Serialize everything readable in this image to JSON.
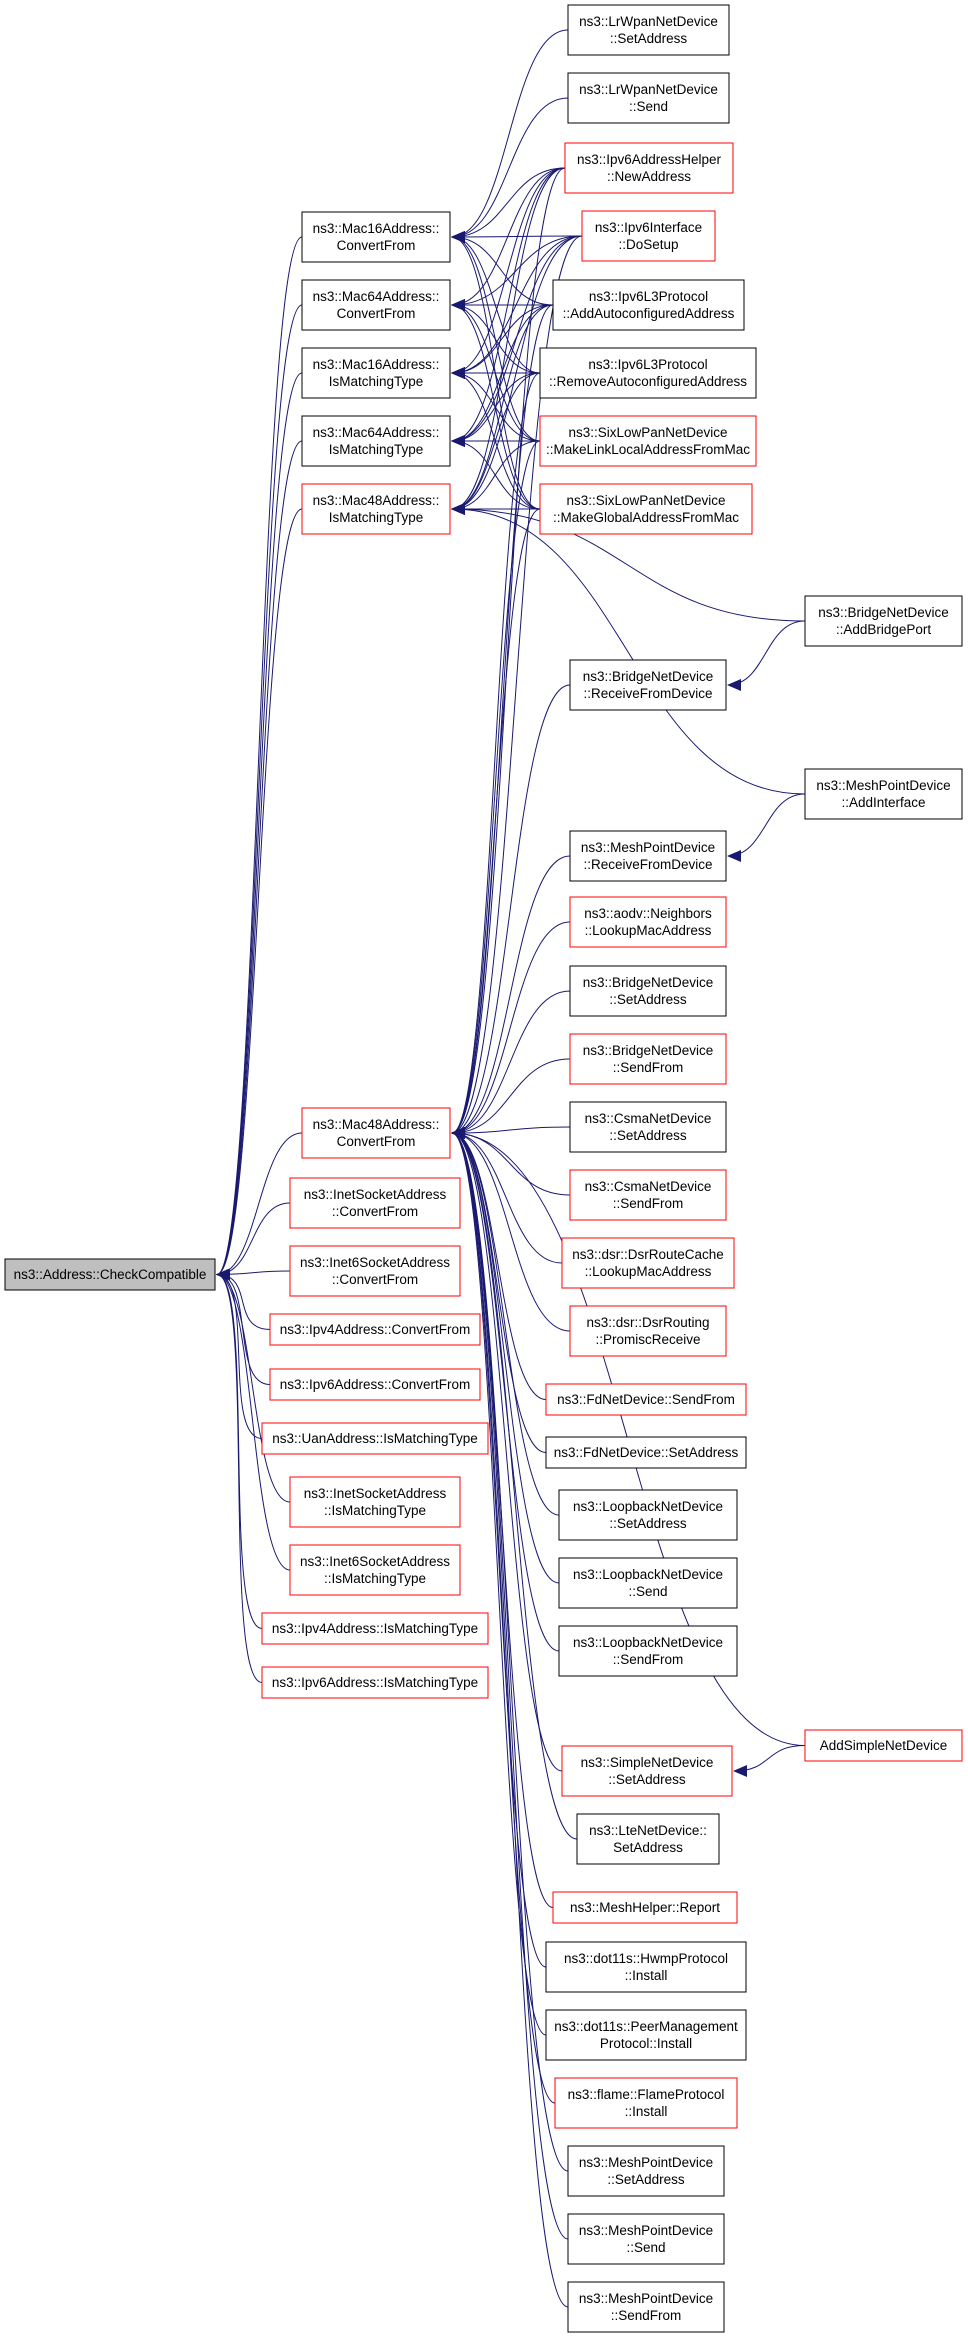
{
  "colors": {
    "edge": "#191970",
    "node_border_black": "#000000",
    "node_border_red": "#ff0000",
    "root_fill": "#bfbfbf",
    "node_fill": "#ffffff"
  },
  "root": {
    "id": "root",
    "lines": [
      "ns3::Address::CheckCompatible"
    ],
    "border": "black",
    "fill": "gray"
  },
  "nodes": [
    {
      "id": "m16cf",
      "lines": [
        "ns3::Mac16Address::",
        "ConvertFrom"
      ],
      "border": "black"
    },
    {
      "id": "m64cf",
      "lines": [
        "ns3::Mac64Address::",
        "ConvertFrom"
      ],
      "border": "black"
    },
    {
      "id": "m16mt",
      "lines": [
        "ns3::Mac16Address::",
        "IsMatchingType"
      ],
      "border": "black"
    },
    {
      "id": "m64mt",
      "lines": [
        "ns3::Mac64Address::",
        "IsMatchingType"
      ],
      "border": "black"
    },
    {
      "id": "m48mt",
      "lines": [
        "ns3::Mac48Address::",
        "IsMatchingType"
      ],
      "border": "red"
    },
    {
      "id": "m48cf",
      "lines": [
        "ns3::Mac48Address::",
        "ConvertFrom"
      ],
      "border": "red"
    },
    {
      "id": "inetcf",
      "lines": [
        "ns3::InetSocketAddress",
        "::ConvertFrom"
      ],
      "border": "red"
    },
    {
      "id": "inet6cf",
      "lines": [
        "ns3::Inet6SocketAddress",
        "::ConvertFrom"
      ],
      "border": "red"
    },
    {
      "id": "ipv4cf",
      "lines": [
        "ns3::Ipv4Address::ConvertFrom"
      ],
      "border": "red"
    },
    {
      "id": "ipv6cf",
      "lines": [
        "ns3::Ipv6Address::ConvertFrom"
      ],
      "border": "red"
    },
    {
      "id": "uanmt",
      "lines": [
        "ns3::UanAddress::IsMatchingType"
      ],
      "border": "red"
    },
    {
      "id": "inetmt",
      "lines": [
        "ns3::InetSocketAddress",
        "::IsMatchingType"
      ],
      "border": "red"
    },
    {
      "id": "inet6mt",
      "lines": [
        "ns3::Inet6SocketAddress",
        "::IsMatchingType"
      ],
      "border": "red"
    },
    {
      "id": "ipv4mt",
      "lines": [
        "ns3::Ipv4Address::IsMatchingType"
      ],
      "border": "red"
    },
    {
      "id": "ipv6mt",
      "lines": [
        "ns3::Ipv6Address::IsMatchingType"
      ],
      "border": "red"
    },
    {
      "id": "lrset",
      "lines": [
        "ns3::LrWpanNetDevice",
        "::SetAddress"
      ],
      "border": "black"
    },
    {
      "id": "lrsend",
      "lines": [
        "ns3::LrWpanNetDevice",
        "::Send"
      ],
      "border": "black"
    },
    {
      "id": "ipv6helper",
      "lines": [
        "ns3::Ipv6AddressHelper",
        "::NewAddress"
      ],
      "border": "red"
    },
    {
      "id": "ipv6iface",
      "lines": [
        "ns3::Ipv6Interface",
        "::DoSetup"
      ],
      "border": "red"
    },
    {
      "id": "l3add",
      "lines": [
        "ns3::Ipv6L3Protocol",
        "::AddAutoconfiguredAddress"
      ],
      "border": "black"
    },
    {
      "id": "l3rem",
      "lines": [
        "ns3::Ipv6L3Protocol",
        "::RemoveAutoconfiguredAddress"
      ],
      "border": "black"
    },
    {
      "id": "sixlink",
      "lines": [
        "ns3::SixLowPanNetDevice",
        "::MakeLinkLocalAddressFromMac"
      ],
      "border": "red"
    },
    {
      "id": "sixglob",
      "lines": [
        "ns3::SixLowPanNetDevice",
        "::MakeGlobalAddressFromMac"
      ],
      "border": "red"
    },
    {
      "id": "bridgeadd",
      "lines": [
        "ns3::BridgeNetDevice",
        "::AddBridgePort"
      ],
      "border": "black"
    },
    {
      "id": "bridgerecv",
      "lines": [
        "ns3::BridgeNetDevice",
        "::ReceiveFromDevice"
      ],
      "border": "black"
    },
    {
      "id": "meshaddif",
      "lines": [
        "ns3::MeshPointDevice",
        "::AddInterface"
      ],
      "border": "black"
    },
    {
      "id": "meshrecv",
      "lines": [
        "ns3::MeshPointDevice",
        "::ReceiveFromDevice"
      ],
      "border": "black"
    },
    {
      "id": "aodv",
      "lines": [
        "ns3::aodv::Neighbors",
        "::LookupMacAddress"
      ],
      "border": "red"
    },
    {
      "id": "bridgeset",
      "lines": [
        "ns3::BridgeNetDevice",
        "::SetAddress"
      ],
      "border": "black"
    },
    {
      "id": "bridgesendfrom",
      "lines": [
        "ns3::BridgeNetDevice",
        "::SendFrom"
      ],
      "border": "red"
    },
    {
      "id": "csmaset",
      "lines": [
        "ns3::CsmaNetDevice",
        "::SetAddress"
      ],
      "border": "black"
    },
    {
      "id": "csmasendfrom",
      "lines": [
        "ns3::CsmaNetDevice",
        "::SendFrom"
      ],
      "border": "red"
    },
    {
      "id": "dsrcache",
      "lines": [
        "ns3::dsr::DsrRouteCache",
        "::LookupMacAddress"
      ],
      "border": "red"
    },
    {
      "id": "dsrrouting",
      "lines": [
        "ns3::dsr::DsrRouting",
        "::PromiscReceive"
      ],
      "border": "red"
    },
    {
      "id": "fdsendfrom",
      "lines": [
        "ns3::FdNetDevice::SendFrom"
      ],
      "border": "red"
    },
    {
      "id": "fdset",
      "lines": [
        "ns3::FdNetDevice::SetAddress"
      ],
      "border": "black"
    },
    {
      "id": "loopset",
      "lines": [
        "ns3::LoopbackNetDevice",
        "::SetAddress"
      ],
      "border": "black"
    },
    {
      "id": "loopsend",
      "lines": [
        "ns3::LoopbackNetDevice",
        "::Send"
      ],
      "border": "black"
    },
    {
      "id": "loopsendfrom",
      "lines": [
        "ns3::LoopbackNetDevice",
        "::SendFrom"
      ],
      "border": "black"
    },
    {
      "id": "addsimple",
      "lines": [
        "AddSimpleNetDevice"
      ],
      "border": "red"
    },
    {
      "id": "simpleset",
      "lines": [
        "ns3::SimpleNetDevice",
        "::SetAddress"
      ],
      "border": "red"
    },
    {
      "id": "lteset",
      "lines": [
        "ns3::LteNetDevice::",
        "SetAddress"
      ],
      "border": "black"
    },
    {
      "id": "meshreport",
      "lines": [
        "ns3::MeshHelper::Report"
      ],
      "border": "red"
    },
    {
      "id": "hwmp",
      "lines": [
        "ns3::dot11s::HwmpProtocol",
        "::Install"
      ],
      "border": "black"
    },
    {
      "id": "peermgmt",
      "lines": [
        "ns3::dot11s::PeerManagement",
        "Protocol::Install"
      ],
      "border": "black"
    },
    {
      "id": "flame",
      "lines": [
        "ns3::flame::FlameProtocol",
        "::Install"
      ],
      "border": "red"
    },
    {
      "id": "meshset",
      "lines": [
        "ns3::MeshPointDevice",
        "::SetAddress"
      ],
      "border": "black"
    },
    {
      "id": "meshsend",
      "lines": [
        "ns3::MeshPointDevice",
        "::Send"
      ],
      "border": "black"
    },
    {
      "id": "meshsendfrom",
      "lines": [
        "ns3::MeshPointDevice",
        "::SendFrom"
      ],
      "border": "black"
    }
  ],
  "edges": [
    [
      "m16cf",
      "root"
    ],
    [
      "m64cf",
      "root"
    ],
    [
      "m16mt",
      "root"
    ],
    [
      "m64mt",
      "root"
    ],
    [
      "m48mt",
      "root"
    ],
    [
      "m48cf",
      "root"
    ],
    [
      "inetcf",
      "root"
    ],
    [
      "inet6cf",
      "root"
    ],
    [
      "ipv4cf",
      "root"
    ],
    [
      "ipv6cf",
      "root"
    ],
    [
      "uanmt",
      "root"
    ],
    [
      "inetmt",
      "root"
    ],
    [
      "inet6mt",
      "root"
    ],
    [
      "ipv4mt",
      "root"
    ],
    [
      "ipv6mt",
      "root"
    ],
    [
      "lrset",
      "m16cf"
    ],
    [
      "lrsend",
      "m16cf"
    ],
    [
      "ipv6helper",
      "m16cf"
    ],
    [
      "ipv6iface",
      "m16cf"
    ],
    [
      "l3add",
      "m16cf"
    ],
    [
      "l3rem",
      "m16cf"
    ],
    [
      "sixlink",
      "m16cf"
    ],
    [
      "sixglob",
      "m16cf"
    ],
    [
      "ipv6helper",
      "m64cf"
    ],
    [
      "ipv6iface",
      "m64cf"
    ],
    [
      "l3add",
      "m64cf"
    ],
    [
      "l3rem",
      "m64cf"
    ],
    [
      "sixlink",
      "m64cf"
    ],
    [
      "sixglob",
      "m64cf"
    ],
    [
      "ipv6helper",
      "m16mt"
    ],
    [
      "ipv6iface",
      "m16mt"
    ],
    [
      "l3add",
      "m16mt"
    ],
    [
      "l3rem",
      "m16mt"
    ],
    [
      "sixlink",
      "m16mt"
    ],
    [
      "sixglob",
      "m16mt"
    ],
    [
      "ipv6helper",
      "m64mt"
    ],
    [
      "ipv6iface",
      "m64mt"
    ],
    [
      "l3add",
      "m64mt"
    ],
    [
      "l3rem",
      "m64mt"
    ],
    [
      "sixlink",
      "m64mt"
    ],
    [
      "sixglob",
      "m64mt"
    ],
    [
      "ipv6helper",
      "m48mt"
    ],
    [
      "ipv6iface",
      "m48mt"
    ],
    [
      "l3add",
      "m48mt"
    ],
    [
      "l3rem",
      "m48mt"
    ],
    [
      "sixlink",
      "m48mt"
    ],
    [
      "sixglob",
      "m48mt"
    ],
    [
      "bridgeadd",
      "m48mt"
    ],
    [
      "meshaddif",
      "m48mt"
    ],
    [
      "ipv6helper",
      "m48cf"
    ],
    [
      "ipv6iface",
      "m48cf"
    ],
    [
      "l3add",
      "m48cf"
    ],
    [
      "l3rem",
      "m48cf"
    ],
    [
      "sixlink",
      "m48cf"
    ],
    [
      "sixglob",
      "m48cf"
    ],
    [
      "bridgerecv",
      "m48cf"
    ],
    [
      "meshrecv",
      "m48cf"
    ],
    [
      "aodv",
      "m48cf"
    ],
    [
      "bridgeset",
      "m48cf"
    ],
    [
      "bridgesendfrom",
      "m48cf"
    ],
    [
      "csmaset",
      "m48cf"
    ],
    [
      "csmasendfrom",
      "m48cf"
    ],
    [
      "dsrcache",
      "m48cf"
    ],
    [
      "dsrrouting",
      "m48cf"
    ],
    [
      "fdsendfrom",
      "m48cf"
    ],
    [
      "fdset",
      "m48cf"
    ],
    [
      "loopset",
      "m48cf"
    ],
    [
      "loopsend",
      "m48cf"
    ],
    [
      "loopsendfrom",
      "m48cf"
    ],
    [
      "addsimple",
      "m48cf"
    ],
    [
      "simpleset",
      "m48cf"
    ],
    [
      "lteset",
      "m48cf"
    ],
    [
      "meshreport",
      "m48cf"
    ],
    [
      "hwmp",
      "m48cf"
    ],
    [
      "peermgmt",
      "m48cf"
    ],
    [
      "flame",
      "m48cf"
    ],
    [
      "meshset",
      "m48cf"
    ],
    [
      "meshsend",
      "m48cf"
    ],
    [
      "meshsendfrom",
      "m48cf"
    ],
    [
      "bridgeadd",
      "bridgerecv"
    ],
    [
      "meshaddif",
      "meshrecv"
    ],
    [
      "addsimple",
      "simpleset"
    ]
  ]
}
